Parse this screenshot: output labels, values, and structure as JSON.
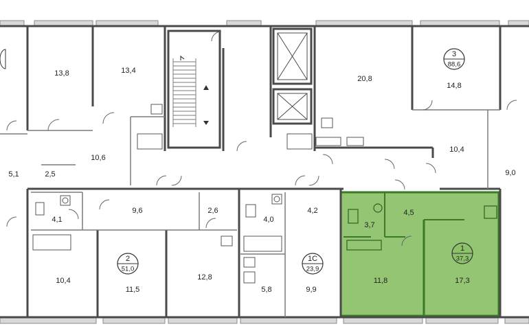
{
  "colors": {
    "wall": "#4a4a4a",
    "wall_dark": "#3a3a3a",
    "thin_line": "#7a7a7a",
    "window": "#c8c8c8",
    "highlight_fill": "#8dc26b",
    "highlight_stroke": "#3a7a25",
    "label": "#222222"
  },
  "rooms": [
    {
      "id": "r1",
      "label": "13,8"
    },
    {
      "id": "r2",
      "label": "13,4"
    },
    {
      "id": "r3",
      "label": "20,8"
    },
    {
      "id": "r4",
      "label": "14,8"
    },
    {
      "id": "r5",
      "label": "5,1"
    },
    {
      "id": "r6",
      "label": "2,5"
    },
    {
      "id": "r7",
      "label": "10,6"
    },
    {
      "id": "r8",
      "label": "10,4"
    },
    {
      "id": "r9",
      "label": "9,0"
    },
    {
      "id": "r10",
      "label": "4,1"
    },
    {
      "id": "r11",
      "label": "9,6"
    },
    {
      "id": "r12",
      "label": "2,6"
    },
    {
      "id": "r13",
      "label": "4,0"
    },
    {
      "id": "r14",
      "label": "4,2"
    },
    {
      "id": "r15",
      "label": "3,7"
    },
    {
      "id": "r16",
      "label": "4,5"
    },
    {
      "id": "r17",
      "label": "10,4"
    },
    {
      "id": "r18",
      "label": "11,5"
    },
    {
      "id": "r19",
      "label": "12,8"
    },
    {
      "id": "r20",
      "label": "5,8"
    },
    {
      "id": "r21",
      "label": "9,9"
    },
    {
      "id": "r22",
      "label": "11,8"
    },
    {
      "id": "r23",
      "label": "17,3"
    }
  ],
  "apartments": [
    {
      "id": "apt3",
      "number": "3",
      "area": "88,6"
    },
    {
      "id": "apt2",
      "number": "2",
      "area": "51,0"
    },
    {
      "id": "apt1c",
      "number": "1С",
      "area": "23,9"
    },
    {
      "id": "apt1",
      "number": "1",
      "area": "37,3"
    }
  ]
}
